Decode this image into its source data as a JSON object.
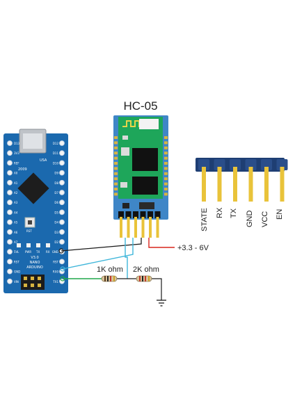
{
  "module": {
    "title": "HC-05"
  },
  "arduino": {
    "board_name": "ARDUINO",
    "board_model": "NANO",
    "board_version": "V3.0",
    "chip_label": "USA",
    "year_label": "2009",
    "reset_label": "RST",
    "led_labels": [
      "L",
      "PWR",
      "TX",
      "RX"
    ],
    "left_pins": [
      "D13",
      "3V3",
      "REF",
      "A0",
      "A1",
      "A2",
      "A3",
      "A4",
      "A5",
      "A6",
      "A7",
      "5V",
      "RST",
      "GND",
      "VIN"
    ],
    "right_pins": [
      "D12",
      "D11",
      "D10",
      "D9",
      "D8",
      "D7",
      "D6",
      "D5",
      "D4",
      "D3",
      "D2",
      "GND",
      "RST",
      "RX0",
      "TX1"
    ]
  },
  "pinout": {
    "labels": [
      "STATE",
      "RX",
      "TX",
      "GND",
      "VCC",
      "EN"
    ]
  },
  "wiring": {
    "voltage_label": "+3.3 - 6V",
    "resistor1_label": "1K ohm",
    "resistor2_label": "2K ohm"
  },
  "colors": {
    "board_blue": "#1B69AE",
    "module_green": "#1EA65A",
    "module_blue": "#3F86C7",
    "pin_gold": "#E9C33A",
    "header_navy": "#1E3E73",
    "wire_red": "#D9261C",
    "wire_cyan": "#3FB6DA",
    "wire_green": "#1FA64A",
    "wire_black": "#1a1a1a"
  }
}
